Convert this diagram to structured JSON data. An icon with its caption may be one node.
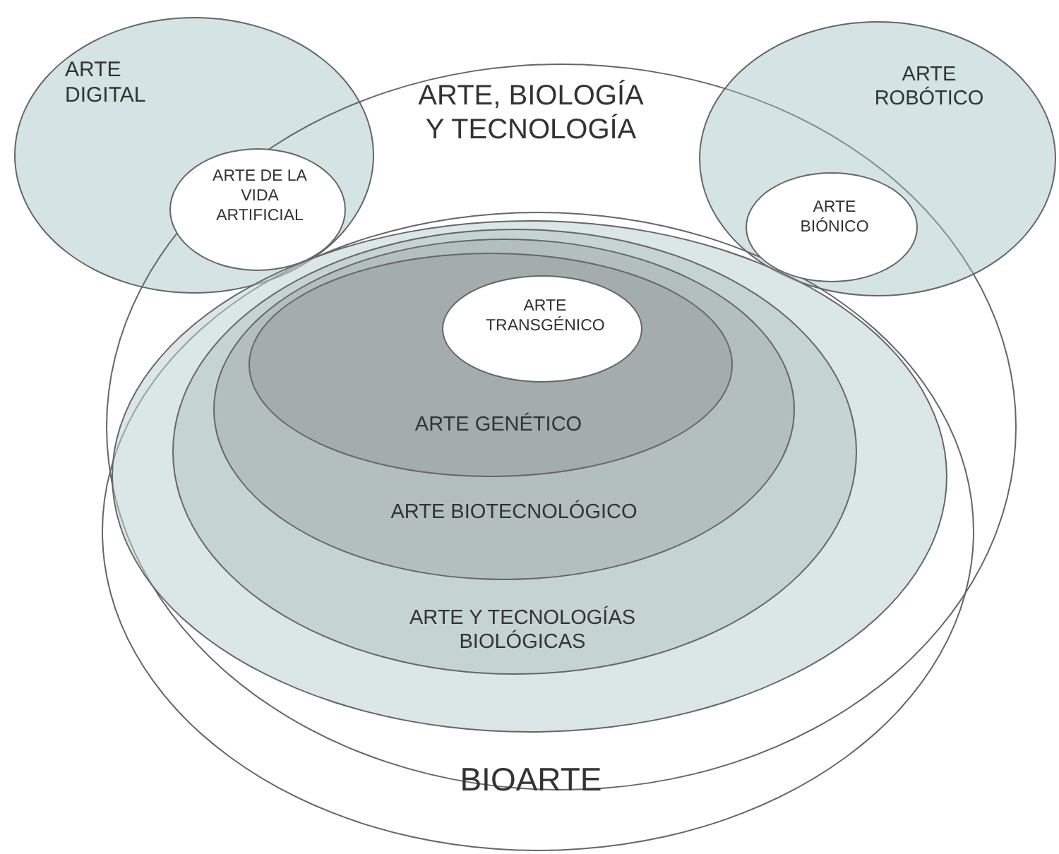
{
  "diagram": {
    "nodes": [
      {
        "text": [
          "ARTE DIGITAL"
        ]
      },
      {
        "text": [
          "ARTE DE LA VIDA ARTIFICIAL"
        ]
      },
      {
        "text": [
          "ARTE, BIOLOGÍA Y TECNOLOGÍA"
        ]
      },
      {
        "text": [
          "ARTE ROBÓTICO"
        ]
      },
      {
        "text": [
          "ARTE BIÓNICO"
        ]
      },
      {
        "text": [
          "BIOARTE"
        ]
      },
      {
        "text": [],
        "shape": "ellipse",
        "in": 5
      },
      {
        "text": [
          "ARTE Y TECNOLOGÍAS BIOLÓGICAS"
        ],
        "in": 6
      },
      {
        "text": [
          "ARTE BIOTECNOLÓGICO"
        ],
        "in": 7
      },
      {
        "text": [
          "ARTE GENÉTICO"
        ],
        "in": 8
      },
      {
        "text": [
          "ARTE TRANSGÉNICO"
        ],
        "in": 9
      }
    ]
  }
}
